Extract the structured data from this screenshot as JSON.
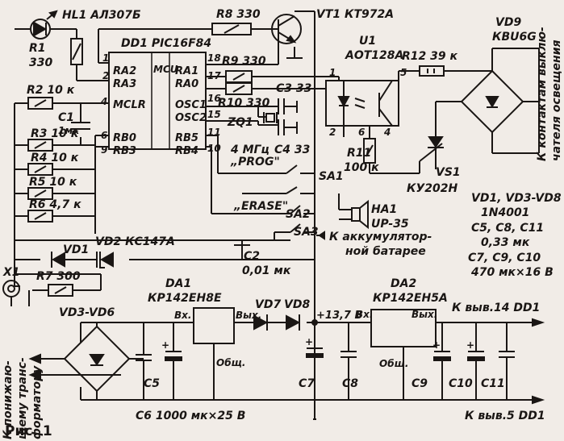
{
  "figure": {
    "caption": "Рис. 1"
  },
  "components": {
    "hl1": {
      "ref": "HL1",
      "type": "АЛ307Б"
    },
    "r1": {
      "ref": "R1",
      "value": "330"
    },
    "r2": {
      "ref": "R2",
      "value": "10 к"
    },
    "r3": {
      "ref": "R3",
      "value": "10 к"
    },
    "r4": {
      "ref": "R4",
      "value": "10 к"
    },
    "r5": {
      "ref": "R5",
      "value": "10 к"
    },
    "r6": {
      "ref": "R6",
      "value": "4,7 к"
    },
    "r7": {
      "ref": "R7",
      "value": "300"
    },
    "r8": {
      "ref": "R8",
      "value": "330"
    },
    "r9": {
      "ref": "R9",
      "value": "330"
    },
    "r10": {
      "ref": "R10",
      "value": "330"
    },
    "r11": {
      "ref": "R11",
      "value": "100 к"
    },
    "r12": {
      "ref": "R12",
      "value": "39 к"
    },
    "c1": {
      "ref": "C1",
      "value": "1мк"
    },
    "c2": {
      "ref": "C2",
      "value": "0,01 мк"
    },
    "c3": {
      "ref": "C3",
      "value": "33"
    },
    "c4": {
      "ref": "C4",
      "value": "33"
    },
    "c5": {
      "ref": "C5"
    },
    "c6": {
      "ref": "C6",
      "value": "1000 мк×25 В"
    },
    "c7": {
      "ref": "C7"
    },
    "c8": {
      "ref": "C8"
    },
    "c9": {
      "ref": "C9"
    },
    "c10": {
      "ref": "C10"
    },
    "c11": {
      "ref": "C11"
    },
    "zq1": {
      "ref": "ZQ1",
      "value": "4 МГц"
    },
    "vt1": {
      "ref": "VT1",
      "type": "КТ972А"
    },
    "u1": {
      "ref": "U1",
      "type": "АОТ128А"
    },
    "vd9": {
      "ref": "VD9",
      "type": "КВU6G"
    },
    "vs1": {
      "ref": "VS1",
      "type": "КУ202Н"
    },
    "ha1": {
      "ref": "HA1",
      "type": "UP-35"
    },
    "vd1": {
      "ref": "VD1"
    },
    "vd2": {
      "ref": "VD2",
      "type": "КС147А"
    },
    "vd7": {
      "ref": "VD7"
    },
    "vd8": {
      "ref": "VD8"
    },
    "vd3vd6": {
      "ref": "VD3-VD6"
    },
    "x1": {
      "ref": "X1"
    },
    "sa1": {
      "ref": "SA1"
    },
    "sa2": {
      "ref": "SA2"
    },
    "sa3": {
      "ref": "SA3"
    },
    "da1": {
      "ref": "DA1",
      "type": "КР142ЕН8Е"
    },
    "da2": {
      "ref": "DA2",
      "type": "КР142ЕН5А"
    },
    "dd1": {
      "ref": "DD1",
      "type": "PIC16F84"
    }
  },
  "mcu": {
    "core": "MCU",
    "left_pins": [
      "RA2",
      "RA3",
      "MCLR",
      "RB0",
      "RB3"
    ],
    "right_pins": [
      "RA1",
      "RA0",
      "OSC1",
      "OSC2",
      "RB5",
      "RB4"
    ],
    "pin_numbers": [
      "1",
      "2",
      "4",
      "6",
      "9",
      "18",
      "17",
      "16",
      "15",
      "11",
      "10"
    ]
  },
  "regulator_pins": {
    "input": "Вх.",
    "output": "Вых.",
    "common": "Общ."
  },
  "optocoupler_pins": [
    "1",
    "2",
    "5",
    "6",
    "4"
  ],
  "switch_labels": {
    "prog": "„PROG\"",
    "erase": "„ERASE\""
  },
  "notes": {
    "diodes": "VD1, VD3-VD8",
    "diodes_type": "1N4001",
    "caps_small": "C5, C8, C11",
    "caps_small_value": "0,33 мк",
    "caps_big": "C7, C9, C10",
    "caps_big_value": "470 мк×16 В",
    "voltage": "+13,7 В"
  },
  "connections": {
    "battery_line1": "К аккумулятор-",
    "battery_line2": "ной батарее",
    "lamp_line1": "К контактам выклю-",
    "lamp_line2": "чателя освещения",
    "transformer_line1": "К понижаю-",
    "transformer_line2": "щему транс-",
    "transformer_line3": "форматору",
    "out14": "К выв.14 DD1",
    "out5": "К выв.5 DD1"
  }
}
